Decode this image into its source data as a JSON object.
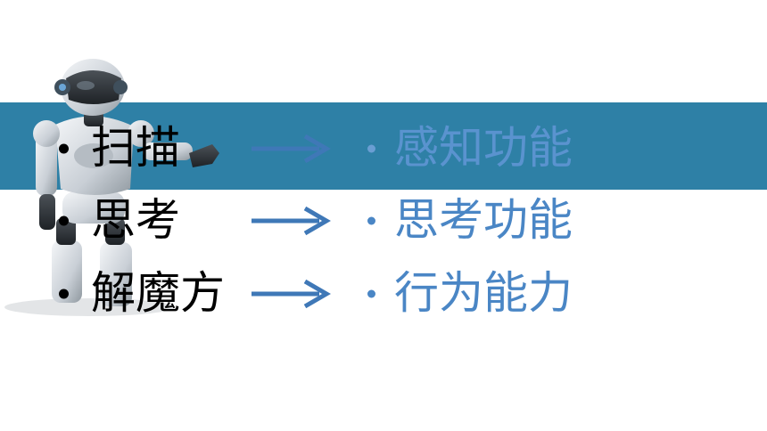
{
  "colors": {
    "band": "#2e80a6",
    "accent": "#4a86c5",
    "text": "#000000"
  },
  "rows": [
    {
      "left": "扫描",
      "right": "感知功能"
    },
    {
      "left": "思考",
      "right": "思考功能"
    },
    {
      "left": "解魔方",
      "right": "行为能力"
    }
  ]
}
